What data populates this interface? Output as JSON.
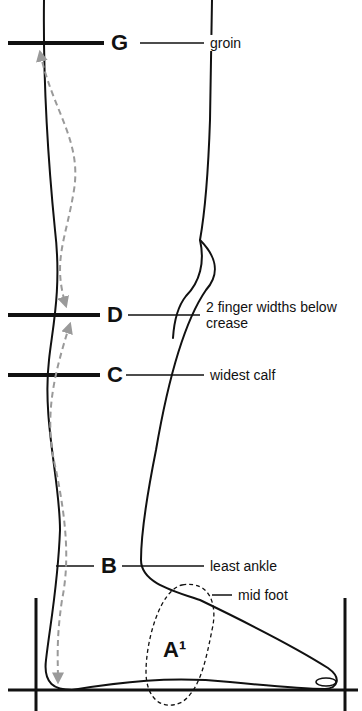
{
  "diagram": {
    "labels": [
      "G",
      "groin",
      "D",
      "2 finger widths below crease",
      "C",
      "widest calf",
      "B",
      "least ankle",
      "mid foot",
      "A¹"
    ]
  }
}
